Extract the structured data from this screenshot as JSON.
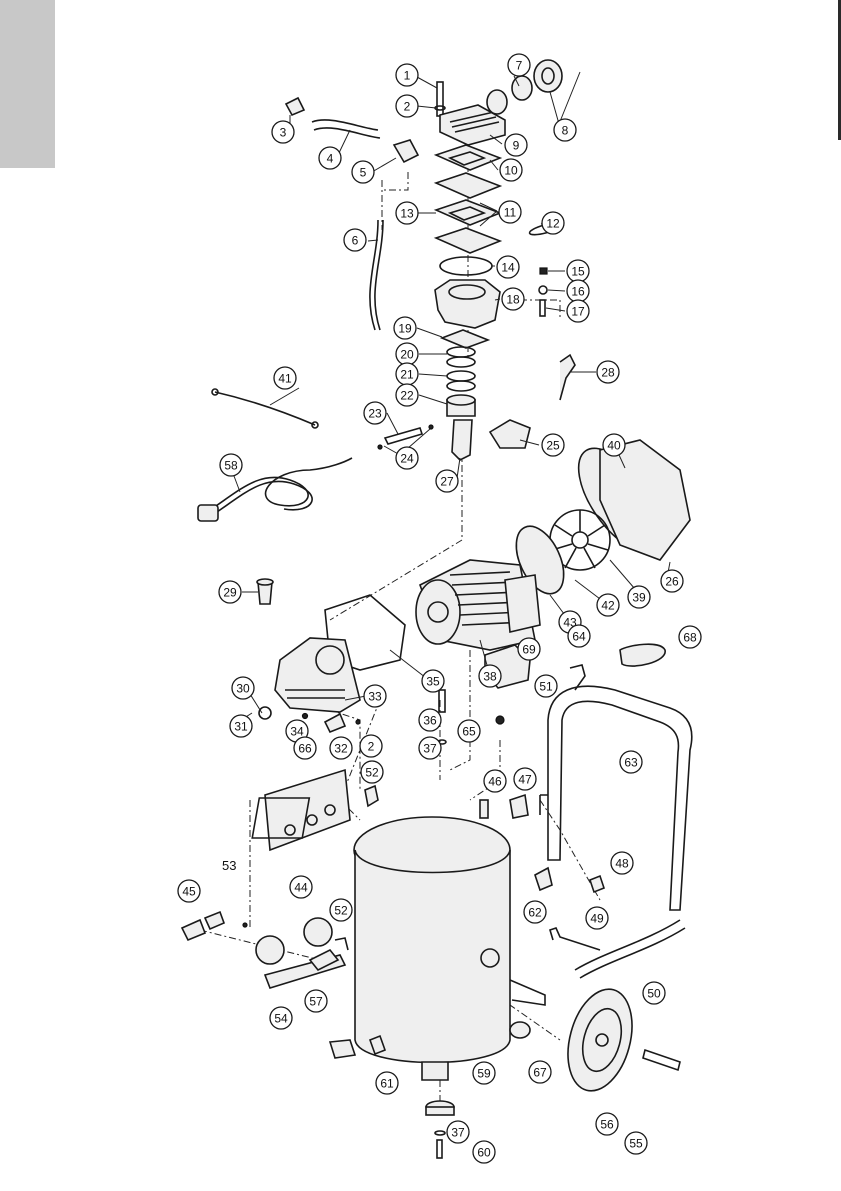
{
  "diagram": {
    "type": "exploded-parts-view",
    "callouts": [
      {
        "id": "c1",
        "label": "1"
      },
      {
        "id": "c2a",
        "label": "2"
      },
      {
        "id": "c3",
        "label": "3"
      },
      {
        "id": "c4",
        "label": "4"
      },
      {
        "id": "c5",
        "label": "5"
      },
      {
        "id": "c6",
        "label": "6"
      },
      {
        "id": "c7",
        "label": "7"
      },
      {
        "id": "c8",
        "label": "8"
      },
      {
        "id": "c9",
        "label": "9"
      },
      {
        "id": "c10",
        "label": "10"
      },
      {
        "id": "c11",
        "label": "11"
      },
      {
        "id": "c12",
        "label": "12"
      },
      {
        "id": "c13",
        "label": "13"
      },
      {
        "id": "c14",
        "label": "14"
      },
      {
        "id": "c15",
        "label": "15"
      },
      {
        "id": "c16",
        "label": "16"
      },
      {
        "id": "c17",
        "label": "17"
      },
      {
        "id": "c18",
        "label": "18"
      },
      {
        "id": "c19",
        "label": "19"
      },
      {
        "id": "c20",
        "label": "20"
      },
      {
        "id": "c21",
        "label": "21"
      },
      {
        "id": "c22",
        "label": "22"
      },
      {
        "id": "c23",
        "label": "23"
      },
      {
        "id": "c24",
        "label": "24"
      },
      {
        "id": "c25",
        "label": "25"
      },
      {
        "id": "c26",
        "label": "26"
      },
      {
        "id": "c27",
        "label": "27"
      },
      {
        "id": "c28",
        "label": "28"
      },
      {
        "id": "c29",
        "label": "29"
      },
      {
        "id": "c30",
        "label": "30"
      },
      {
        "id": "c31",
        "label": "31"
      },
      {
        "id": "c2b",
        "label": "2"
      },
      {
        "id": "c32",
        "label": "32"
      },
      {
        "id": "c33",
        "label": "33"
      },
      {
        "id": "c34",
        "label": "34"
      },
      {
        "id": "c35",
        "label": "35"
      },
      {
        "id": "c36",
        "label": "36"
      },
      {
        "id": "c37a",
        "label": "37"
      },
      {
        "id": "c37b",
        "label": "37"
      },
      {
        "id": "c38",
        "label": "38"
      },
      {
        "id": "c39",
        "label": "39"
      },
      {
        "id": "c40",
        "label": "40"
      },
      {
        "id": "c41",
        "label": "41"
      },
      {
        "id": "c42",
        "label": "42"
      },
      {
        "id": "c43",
        "label": "43"
      },
      {
        "id": "c44",
        "label": "44"
      },
      {
        "id": "c45",
        "label": "45"
      },
      {
        "id": "c46",
        "label": "46"
      },
      {
        "id": "c47",
        "label": "47"
      },
      {
        "id": "c48",
        "label": "48"
      },
      {
        "id": "c49",
        "label": "49"
      },
      {
        "id": "c50",
        "label": "50"
      },
      {
        "id": "c51",
        "label": "51"
      },
      {
        "id": "c52a",
        "label": "52"
      },
      {
        "id": "c52b",
        "label": "52"
      },
      {
        "id": "c54",
        "label": "54"
      },
      {
        "id": "c55",
        "label": "55"
      },
      {
        "id": "c56",
        "label": "56"
      },
      {
        "id": "c57",
        "label": "57"
      },
      {
        "id": "c58",
        "label": "58"
      },
      {
        "id": "c59",
        "label": "59"
      },
      {
        "id": "c60",
        "label": "60"
      },
      {
        "id": "c61",
        "label": "61"
      },
      {
        "id": "c62",
        "label": "62"
      },
      {
        "id": "c63",
        "label": "63"
      },
      {
        "id": "c64",
        "label": "64"
      },
      {
        "id": "c65",
        "label": "65"
      },
      {
        "id": "c66",
        "label": "66"
      },
      {
        "id": "c67",
        "label": "67"
      },
      {
        "id": "c68",
        "label": "68"
      },
      {
        "id": "c69",
        "label": "69"
      }
    ],
    "annotation_53": "53"
  },
  "colors": {
    "line": "#1a1a1a",
    "tab": "#c8c8c8",
    "background": "#ffffff"
  }
}
